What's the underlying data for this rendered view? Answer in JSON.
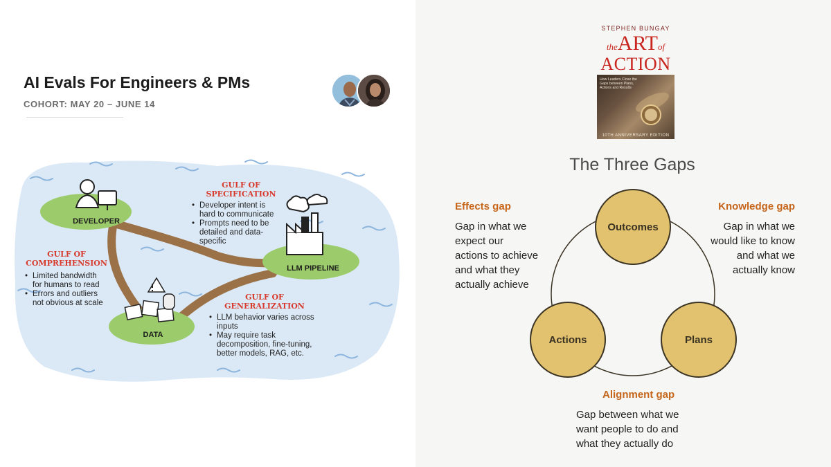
{
  "left": {
    "title": "AI Evals For Engineers & PMs",
    "cohort": "COHORT: MAY 20 – JUNE 14",
    "nodes": {
      "developer": "DEVELOPER",
      "llm_pipeline": "LLM PIPELINE",
      "data": "DATA"
    },
    "gulfs": {
      "specification": {
        "heading_1": "GULF OF",
        "heading_2": "SPECIFICATION",
        "bullets": [
          {
            "line_1": "Developer intent is",
            "line_2": "hard to communicate"
          },
          {
            "line_1": "Prompts need to be",
            "line_2": "detailed and data-",
            "line_3": "specific"
          }
        ]
      },
      "comprehension": {
        "heading_1": "GULF OF",
        "heading_2": "COMPREHENSION",
        "bullets": [
          {
            "line_1": "Limited bandwidth",
            "line_2": "for humans to read"
          },
          {
            "line_1": "Errors and outliers",
            "line_2": "not obvious at scale"
          }
        ]
      },
      "generalization": {
        "heading_1": "GULF OF",
        "heading_2": "GENERALIZATION",
        "bullets": [
          {
            "line_1": "LLM behavior varies across",
            "line_2": "inputs"
          },
          {
            "line_1": "May require task",
            "line_2": "decomposition, fine-tuning,",
            "line_3": "better models, RAG, etc."
          }
        ]
      }
    },
    "colors": {
      "water": "#dbe9f6",
      "island": "#9ccb6b",
      "road": "#9b7248",
      "gulf_heading": "#d83c2f"
    }
  },
  "right": {
    "book": {
      "author": "STEPHEN BUNGAY",
      "title_the": "the",
      "title_art": "ART",
      "title_of": "of",
      "title_action": "ACTION",
      "subtitle": "How Leaders Close the Gaps between Plans, Actions and Results",
      "edition": "10TH ANNIVERSARY EDITION"
    },
    "title": "The Three Gaps",
    "circles": {
      "outcomes": "Outcomes",
      "actions": "Actions",
      "plans": "Plans"
    },
    "gaps": {
      "effects": {
        "heading": "Effects gap",
        "lines": [
          "Gap in what we",
          "expect our",
          "actions to achieve",
          "and what they",
          "actually achieve"
        ]
      },
      "knowledge": {
        "heading": "Knowledge gap",
        "lines": [
          "Gap in what we",
          "would like to know",
          "and what we",
          "actually know"
        ]
      },
      "alignment": {
        "heading": "Alignment gap",
        "lines": [
          "Gap between what we",
          "want people to do and",
          "what they actually do"
        ]
      }
    },
    "colors": {
      "circle_fill": "#e2c26e",
      "circle_stroke": "#3b3323",
      "gap_heading": "#c5661b"
    }
  }
}
